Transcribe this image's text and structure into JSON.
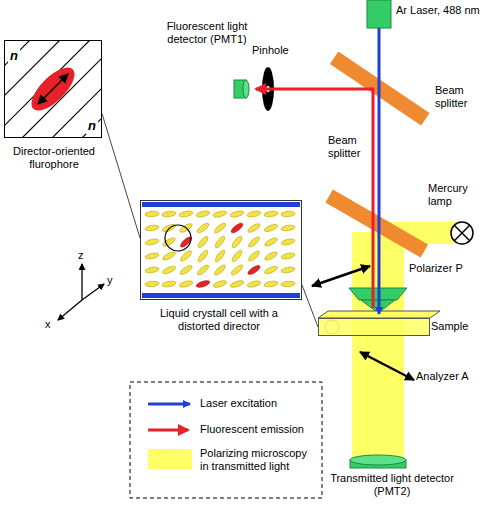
{
  "diagram": {
    "nodes": [
      {
        "text": [
          "Director-oriented flurophore"
        ]
      },
      {
        "text": [
          "Liquid crystall cell with a distorted director"
        ]
      },
      {
        "text": [
          "Sample"
        ]
      }
    ],
    "edges": [
      {
        "from": 0,
        "to": 1,
        "arrow": "none"
      },
      {
        "from": 1,
        "to": 2,
        "arrow": "none"
      }
    ],
    "labels": [
      "Ar Laser, 488 nm",
      "Fluorescent light detector (PMT1)",
      "Pinhole",
      "Beam splitter",
      "Mercury lamp",
      "Beam splitter",
      "Polarizer P",
      "Analyzer A",
      "Transmitted light detector (PMT2)",
      "n",
      "n",
      "z",
      "y",
      "x"
    ],
    "legend": [
      {
        "text": "Laser excitation"
      },
      {
        "text": "Fluorescent emission"
      },
      {
        "text": "Polarizing microscopy in transmitted light",
        "color": "#ffff66"
      }
    ]
  }
}
